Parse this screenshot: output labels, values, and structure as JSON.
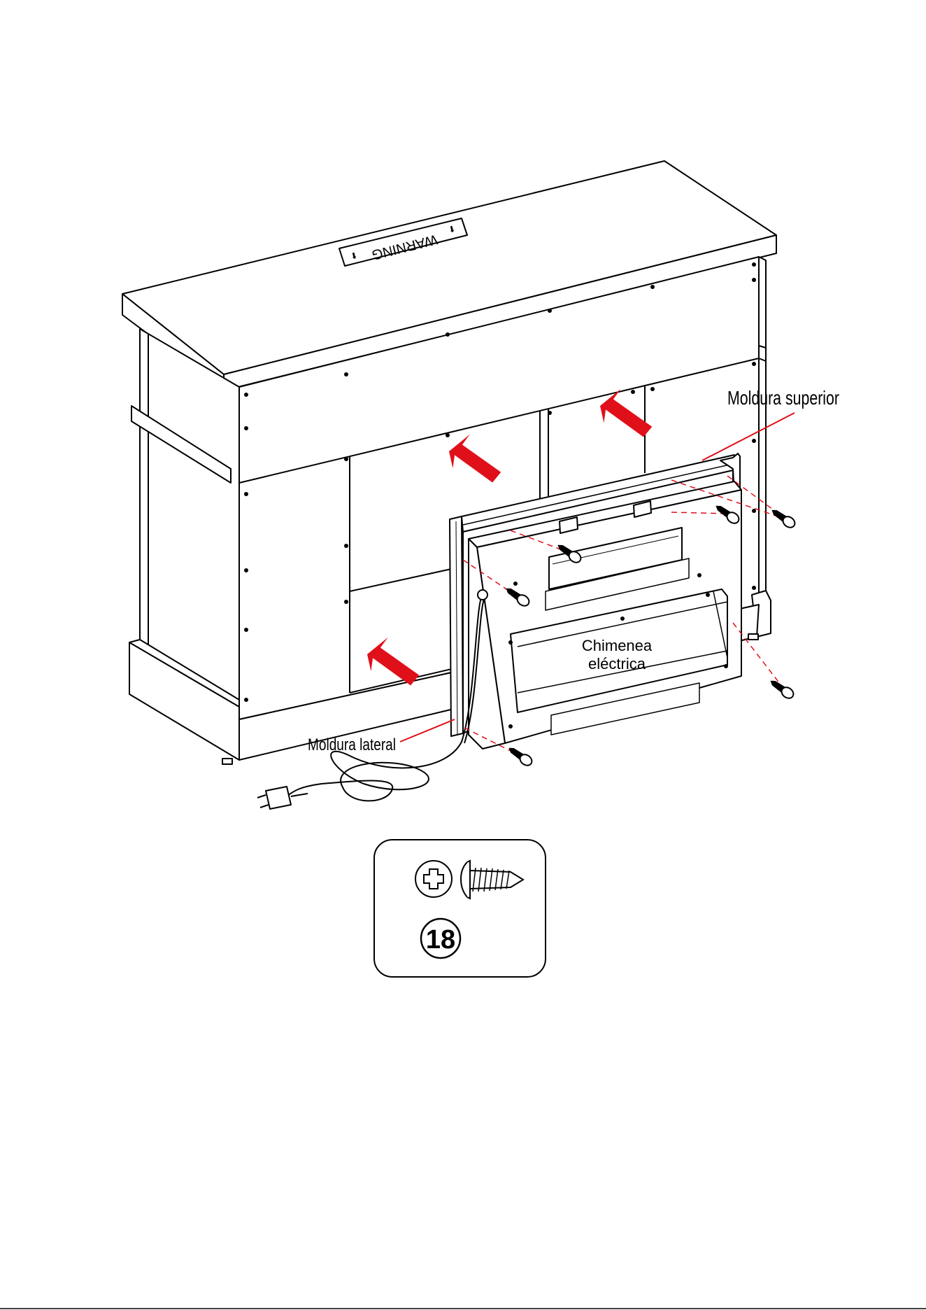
{
  "labels": {
    "warning": "WARNING",
    "moldura_superior": "Moldura superior",
    "moldura_lateral": "Moldura lateral",
    "chimenea_line1": "Chimenea",
    "chimenea_line2": "eléctrica"
  },
  "hardware": {
    "part_number": "18"
  },
  "colors": {
    "arrow": "#e0101a",
    "line": "#000000",
    "leader": "#e0101a"
  }
}
